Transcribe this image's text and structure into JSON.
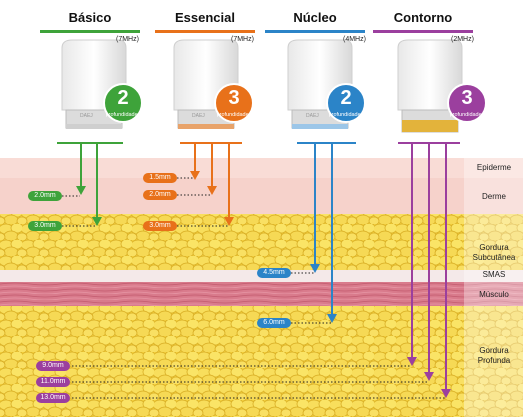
{
  "columns": [
    {
      "title": "Básico",
      "freq": "(7MHz)",
      "color": "#3ea33a",
      "badge_number": "2",
      "badge_text": "profundidades"
    },
    {
      "title": "Essencial",
      "freq": "(7MHz)",
      "color": "#e8711a",
      "badge_number": "3",
      "badge_text": "profundidades"
    },
    {
      "title": "Núcleo",
      "freq": "(4MHz)",
      "color": "#2b84c8",
      "badge_number": "2",
      "badge_text": "profundidades"
    },
    {
      "title": "Contorno",
      "freq": "(2MHz)",
      "color": "#9b3f9e",
      "badge_number": "3",
      "badge_text": "profundidades"
    }
  ],
  "device_brand": "DAEJ",
  "layers": {
    "epidermis": "Epiderme",
    "dermis": "Derme",
    "subcutaneous_1": "Gordura",
    "subcutaneous_2": "Subcutânea",
    "smas": "SMAS",
    "muscle": "Músculo",
    "deep_fat_1": "Gordura",
    "deep_fat_2": "Profunda"
  },
  "depths": {
    "d1_5": "1.5mm",
    "d2_0": "2.0mm",
    "d3_0": "3.0mm",
    "d4_5": "4.5mm",
    "d6_0": "6.0mm",
    "d9_0": "9.0mm",
    "d11_0": "11.0mm",
    "d13_0": "13.0mm"
  }
}
